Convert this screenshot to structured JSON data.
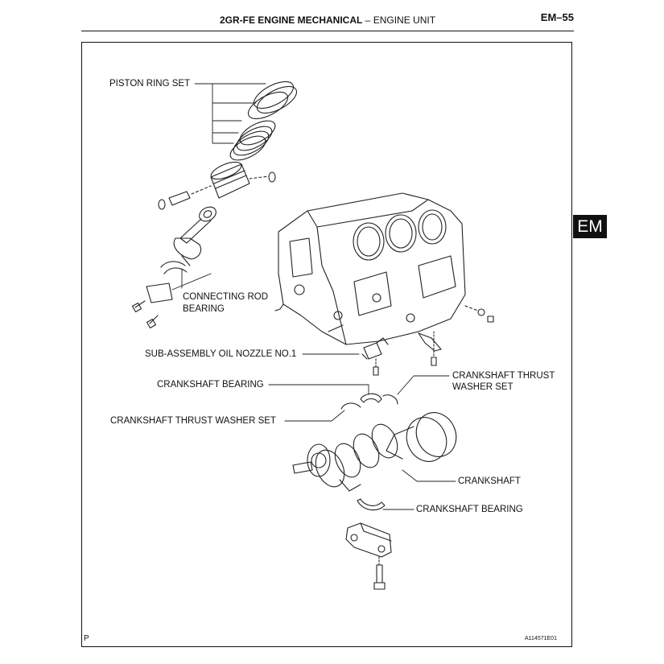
{
  "header": {
    "section_title": "2GR-FE ENGINE MECHANICAL",
    "separator": "–",
    "subsection_title": "ENGINE UNIT",
    "page_number": "EM–55"
  },
  "side_tab": "EM",
  "labels": {
    "piston_ring_set": "PISTON RING SET",
    "connecting_rod_bearing_1": "CONNECTING ROD",
    "connecting_rod_bearing_2": "BEARING",
    "oil_nozzle": "SUB-ASSEMBLY OIL NOZZLE NO.1",
    "crankshaft_bearing_upper": "CRANKSHAFT BEARING",
    "thrust_washer_right_1": "CRANKSHAFT THRUST",
    "thrust_washer_right_2": "WASHER SET",
    "thrust_washer_left": "CRANKSHAFT THRUST WASHER SET",
    "crankshaft": "CRANKSHAFT",
    "crankshaft_bearing_lower": "CRANKSHAFT BEARING"
  },
  "footer": {
    "left_mark": "P",
    "figure_id": "A114571E01"
  }
}
